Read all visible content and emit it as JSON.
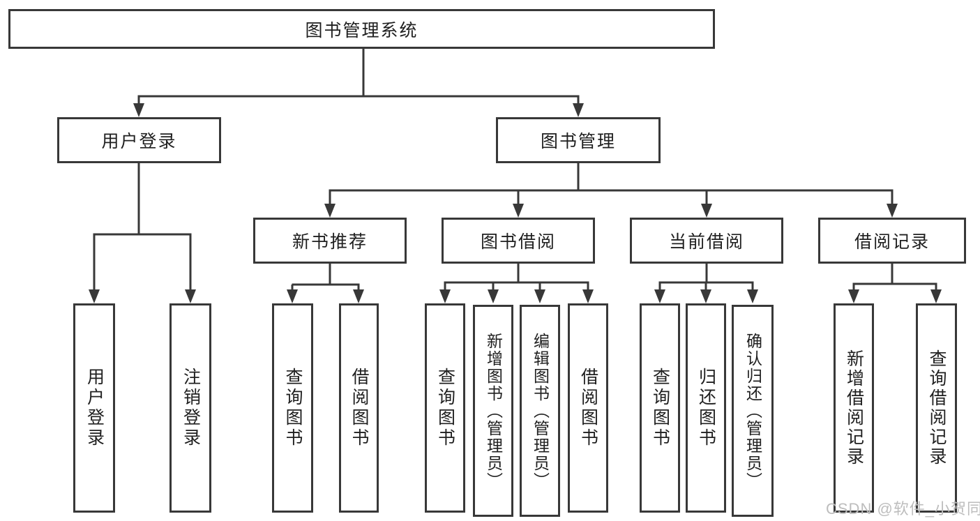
{
  "diagram": {
    "root": {
      "label": "图书管理系统"
    },
    "level2": [
      {
        "label": "用户登录"
      },
      {
        "label": "图书管理"
      }
    ],
    "level3": [
      {
        "label": "新书推荐"
      },
      {
        "label": "图书借阅"
      },
      {
        "label": "当前借阅"
      },
      {
        "label": "借阅记录"
      }
    ],
    "leaves": [
      {
        "label": "用户登录",
        "parent": "用户登录"
      },
      {
        "label": "注销登录",
        "parent": "用户登录"
      },
      {
        "label": "查询图书",
        "parent": "新书推荐"
      },
      {
        "label": "借阅图书",
        "parent": "新书推荐"
      },
      {
        "label": "查询图书",
        "parent": "图书借阅"
      },
      {
        "label": "新增图书（管理员）",
        "parent": "图书借阅"
      },
      {
        "label": "编辑图书（管理员）",
        "parent": "图书借阅"
      },
      {
        "label": "借阅图书",
        "parent": "图书借阅"
      },
      {
        "label": "查询图书",
        "parent": "当前借阅"
      },
      {
        "label": "归还图书",
        "parent": "当前借阅"
      },
      {
        "label": "确认归还（管理员）",
        "parent": "当前借阅"
      },
      {
        "label": "新增借阅记录",
        "parent": "借阅记录"
      },
      {
        "label": "查询借阅记录",
        "parent": "借阅记录"
      }
    ]
  },
  "watermark": {
    "text": "CSDN @软件_小贺同学"
  },
  "colors": {
    "line": "#383838",
    "box_border": "#383838",
    "box_fill": "#ffffff",
    "text": "#1f1f1f",
    "watermark": "#bdbdbd",
    "background": "#ffffff"
  }
}
